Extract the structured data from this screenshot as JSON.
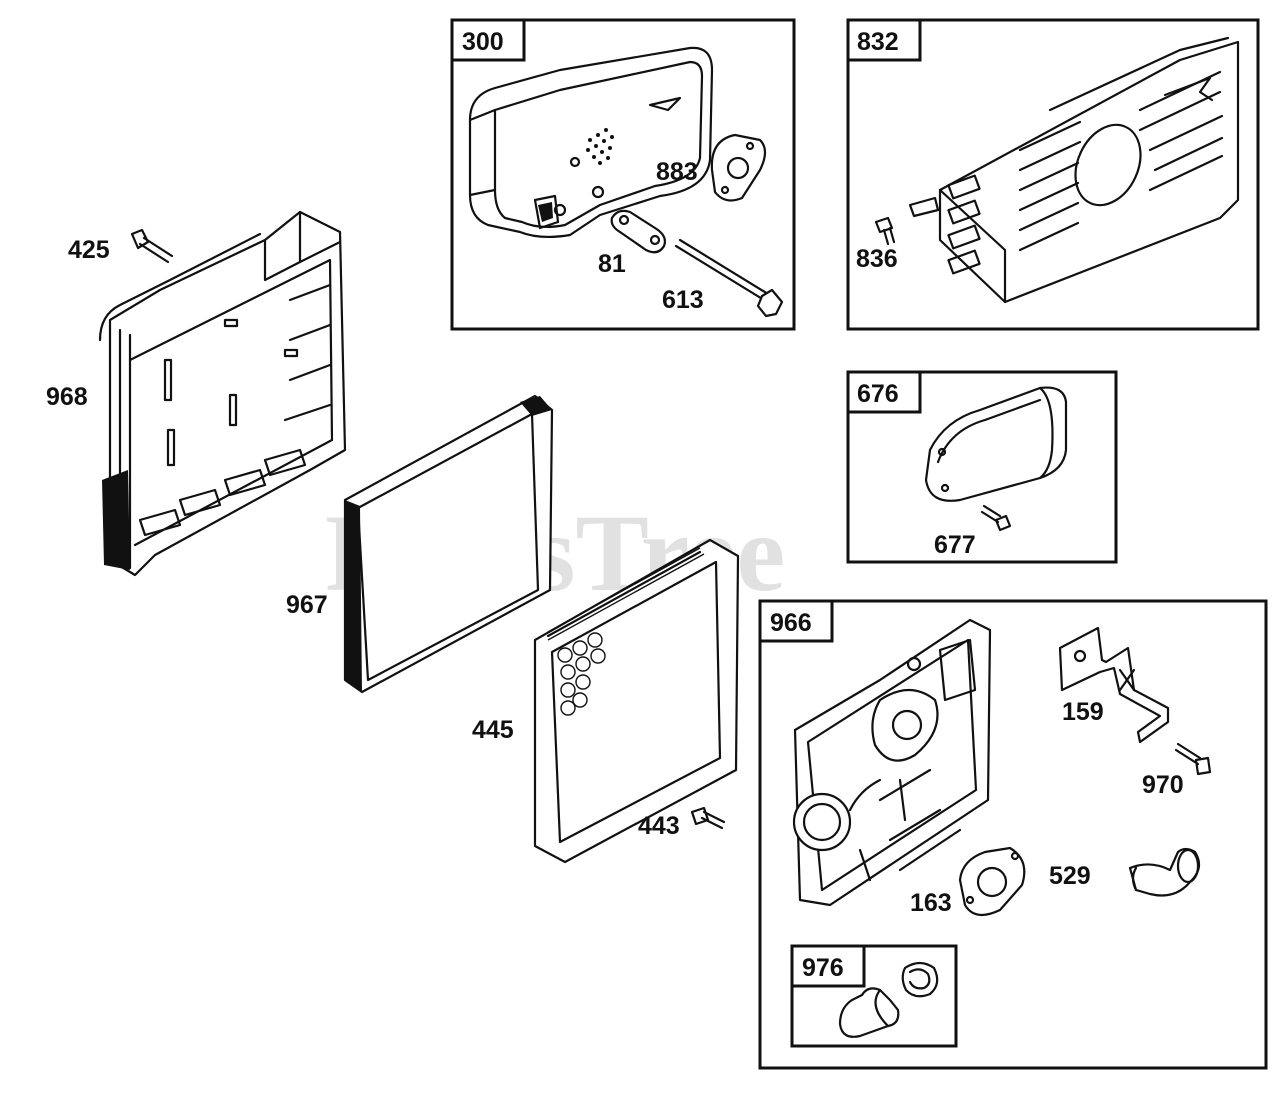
{
  "watermark": "PartsTree",
  "callouts": {
    "p425": "425",
    "p968": "968",
    "p967": "967",
    "p445": "445",
    "p443": "443",
    "p883": "883",
    "p81": "81",
    "p613": "613",
    "p836": "836",
    "p677": "677",
    "p159": "159",
    "p970": "970",
    "p529": "529",
    "p163": "163"
  },
  "boxes": {
    "b300": "300",
    "b832": "832",
    "b676": "676",
    "b966": "966",
    "b976": "976"
  }
}
